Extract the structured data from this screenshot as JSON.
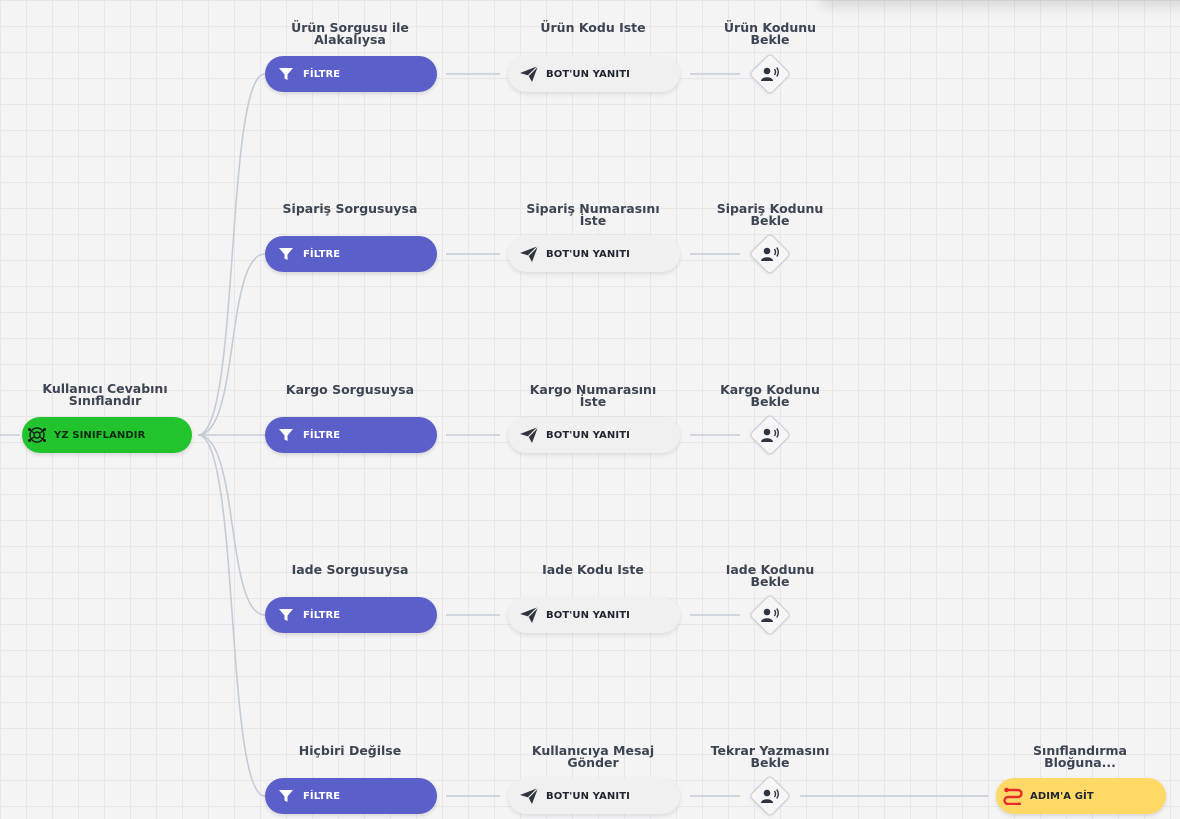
{
  "classifier": {
    "title": "Kullanıcı Cevabını Sınıflandır",
    "label": "YZ SINIFLANDIR",
    "color": "#22c42e"
  },
  "rows": [
    {
      "filter_title": "Ürün Sorgusu ile Alakalıysa",
      "filter_label": "FİLTRE",
      "reply_title": "Ürün Kodu Iste",
      "reply_label": "BOT'UN YANITI",
      "wait_title": "Ürün Kodunu Bekle"
    },
    {
      "filter_title": "Sipariş Sorgusuysa",
      "filter_label": "FİLTRE",
      "reply_title": "Sipariş Numarasını İste",
      "reply_label": "BOT'UN YANITI",
      "wait_title": "Sipariş Kodunu Bekle"
    },
    {
      "filter_title": "Kargo Sorgusuysa",
      "filter_label": "FİLTRE",
      "reply_title": "Kargo Numarasını İste",
      "reply_label": "BOT'UN YANITI",
      "wait_title": "Kargo Kodunu Bekle"
    },
    {
      "filter_title": "Iade Sorgusuysa",
      "filter_label": "FİLTRE",
      "reply_title": "Iade Kodu Iste",
      "reply_label": "BOT'UN YANITI",
      "wait_title": "Iade Kodunu Bekle"
    },
    {
      "filter_title": "Hiçbiri Değilse",
      "filter_label": "FİLTRE",
      "reply_title": "Kullanıcıya Mesaj Gönder",
      "reply_label": "BOT'UN YANITI",
      "wait_title": "Tekrar Yazmasını Bekle"
    }
  ],
  "goto": {
    "title": "Sınıflandırma Bloğuna...",
    "label": "ADIM'A GİT",
    "color": "#ffd966"
  },
  "colors": {
    "filter": "#5b5fc9",
    "reply": "#f0f0f0",
    "connector": "#c5ccd6",
    "grid": "#e7e7ea"
  },
  "icons": {
    "classifier": "ai-network-icon",
    "filter": "funnel-icon",
    "reply": "paper-plane-icon",
    "wait": "user-voice-icon",
    "goto": "route-icon"
  }
}
